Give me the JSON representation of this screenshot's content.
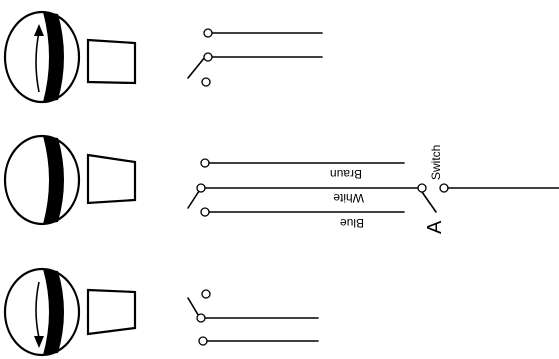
{
  "diagram": {
    "labels": {
      "wire_blue": "Blue",
      "wire_white": "White",
      "wire_brown": "Braun",
      "switch": "Switch",
      "switch_letter": "A"
    },
    "handles": [
      {
        "position": "top",
        "arrow": "up"
      },
      {
        "position": "middle",
        "arrow": "none"
      },
      {
        "position": "bottom",
        "arrow": "down"
      }
    ]
  }
}
